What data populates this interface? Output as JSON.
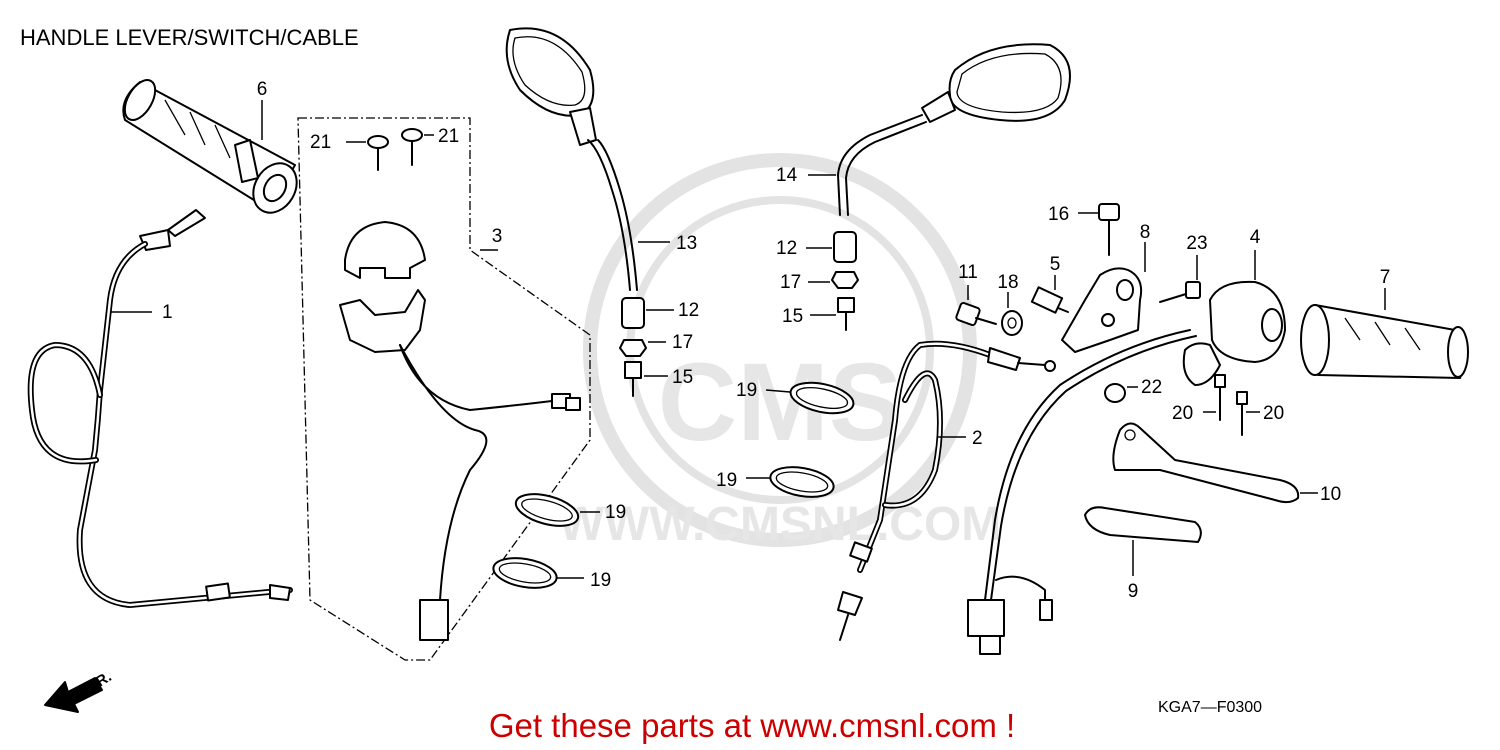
{
  "title": "HANDLE LEVER/SWITCH/CABLE",
  "diagram_code": "KGA7—F0300",
  "promo": "Get these parts at www.cmsnl.com !",
  "watermark": {
    "brand": "CMS",
    "url": "WWW.CMSNL.COM"
  },
  "direction_marker": "FR.",
  "callouts": {
    "c1": "1",
    "c2": "2",
    "c3": "3",
    "c4": "4",
    "c5": "5",
    "c6": "6",
    "c7": "7",
    "c8": "8",
    "c9": "9",
    "c10": "10",
    "c11": "11",
    "c12a": "12",
    "c12b": "12",
    "c13": "13",
    "c14": "14",
    "c15a": "15",
    "c15b": "15",
    "c16": "16",
    "c17a": "17",
    "c17b": "17",
    "c18": "18",
    "c19a": "19",
    "c19b": "19",
    "c19c": "19",
    "c19d": "19",
    "c20a": "20",
    "c20b": "20",
    "c21a": "21",
    "c21b": "21",
    "c22": "22",
    "c23": "23"
  },
  "colors": {
    "promo": "#cc0000",
    "line": "#000000",
    "watermark": "#e3e3e3"
  }
}
